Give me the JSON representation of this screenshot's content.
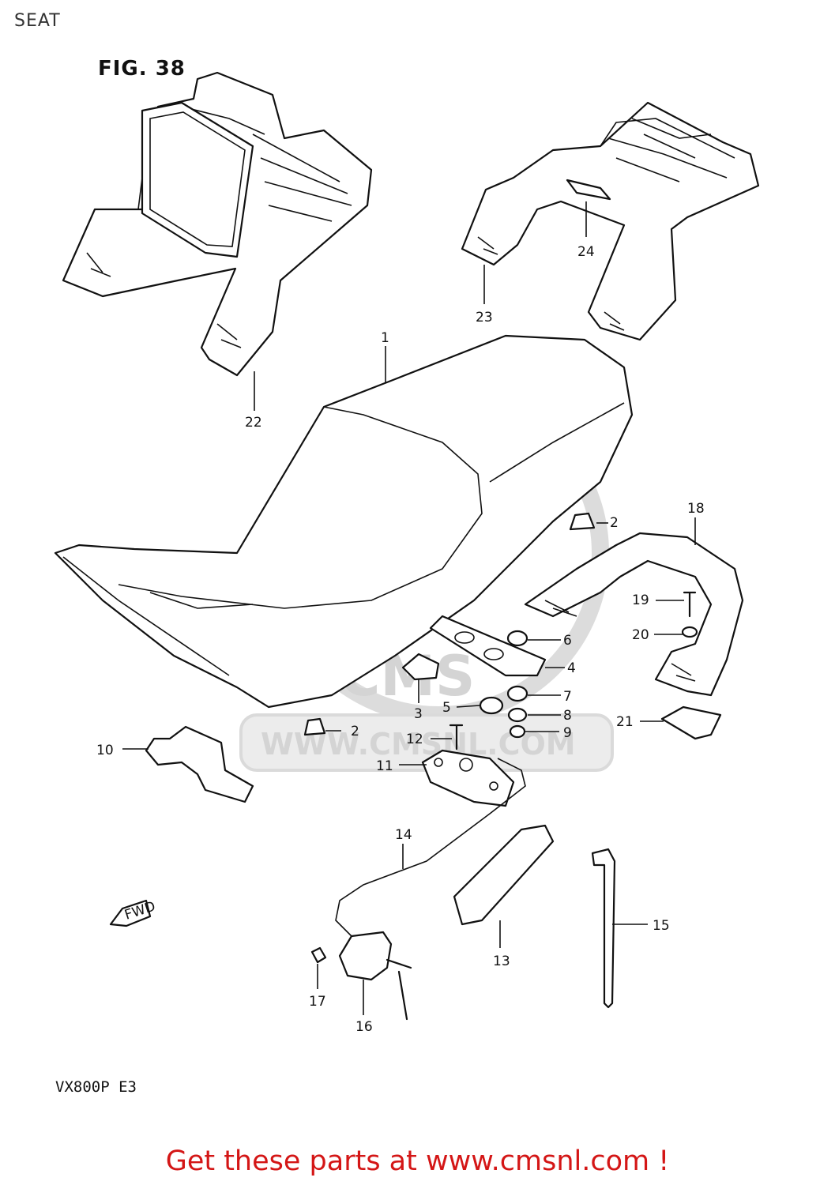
{
  "header": {
    "title": "SEAT"
  },
  "figure": {
    "title": "FIG. 38",
    "model": "VX800P  E3"
  },
  "watermark": {
    "text": "WWW.CMSNL.COM",
    "logo": "CMS"
  },
  "fwd_arrow": {
    "label": "FWD"
  },
  "callouts": [
    {
      "num": "1"
    },
    {
      "num": "2"
    },
    {
      "num": "2"
    },
    {
      "num": "3"
    },
    {
      "num": "4"
    },
    {
      "num": "5"
    },
    {
      "num": "6"
    },
    {
      "num": "7"
    },
    {
      "num": "8"
    },
    {
      "num": "9"
    },
    {
      "num": "10"
    },
    {
      "num": "11"
    },
    {
      "num": "12"
    },
    {
      "num": "13"
    },
    {
      "num": "14"
    },
    {
      "num": "15"
    },
    {
      "num": "16"
    },
    {
      "num": "17"
    },
    {
      "num": "18"
    },
    {
      "num": "19"
    },
    {
      "num": "20"
    },
    {
      "num": "21"
    },
    {
      "num": "22"
    },
    {
      "num": "23"
    },
    {
      "num": "24"
    }
  ],
  "footer": {
    "text": "Get these parts at www.cmsnl.com !"
  }
}
